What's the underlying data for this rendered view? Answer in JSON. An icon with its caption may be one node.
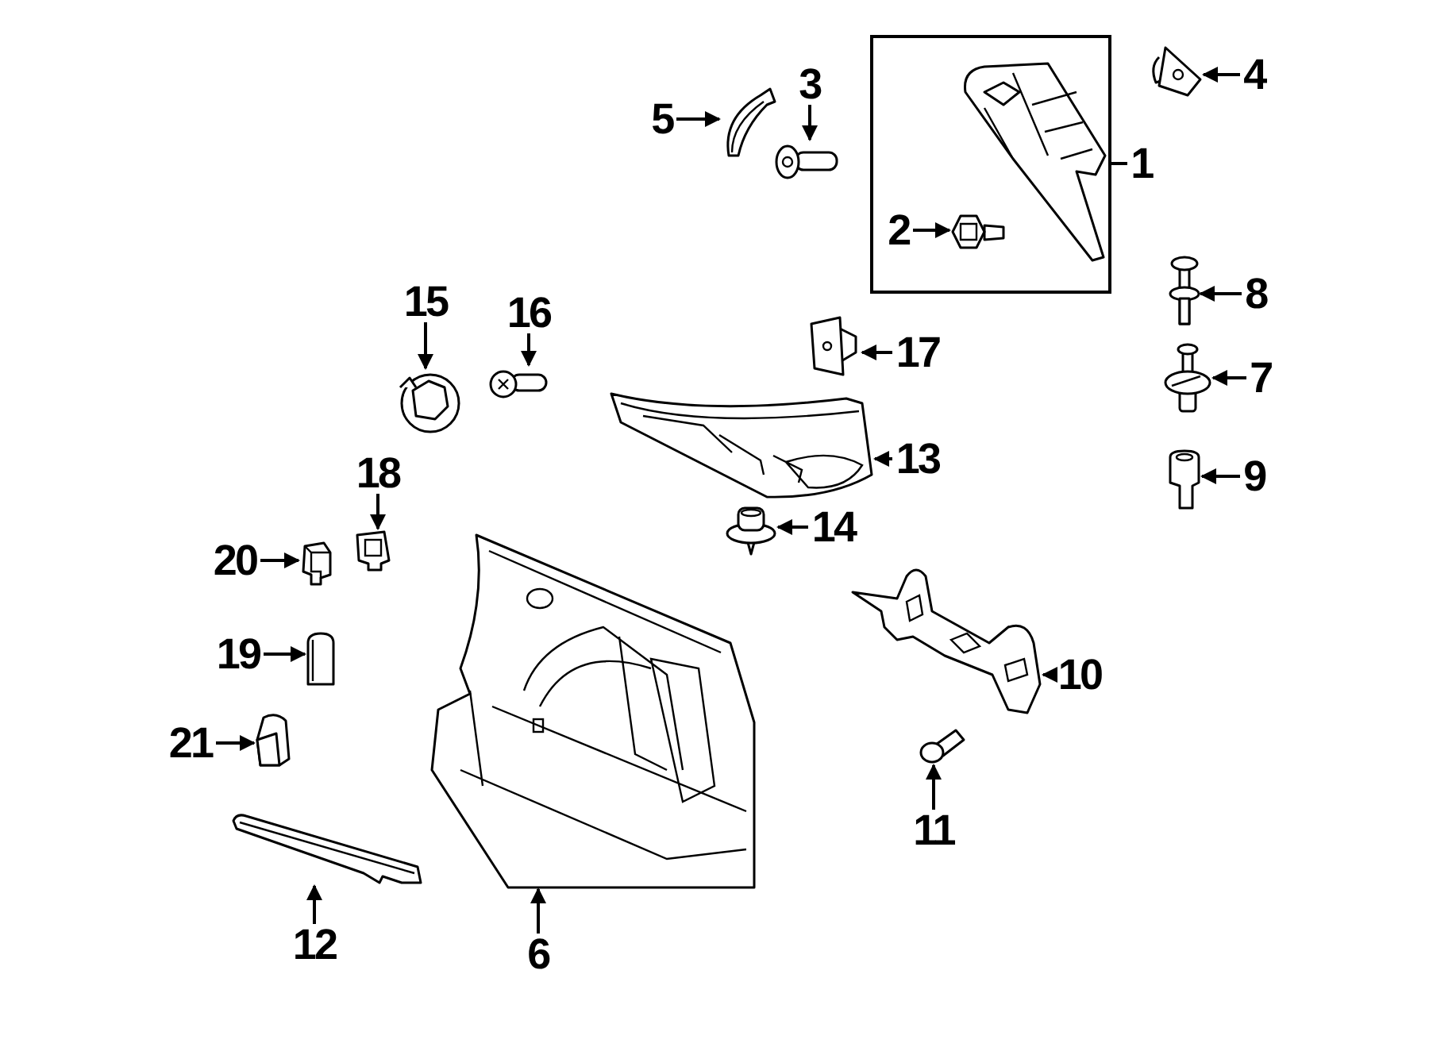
{
  "diagram": {
    "nodes": [
      {
        "text": [],
        "shape": "box"
      },
      {
        "text": [],
        "shape": "picture",
        "in": 0
      },
      {
        "text": [
          "2"
        ],
        "in": 0
      },
      {
        "text": [],
        "shape": "picture",
        "in": 0
      },
      {
        "text": [
          "1"
        ]
      },
      {
        "text": [
          "3"
        ]
      },
      {
        "text": [],
        "shape": "picture"
      },
      {
        "text": [
          "4"
        ]
      },
      {
        "text": [],
        "shape": "picture"
      },
      {
        "text": [
          "5"
        ]
      },
      {
        "text": [],
        "shape": "picture"
      },
      {
        "text": [
          "8"
        ]
      },
      {
        "text": [],
        "shape": "picture"
      },
      {
        "text": [
          "7"
        ]
      },
      {
        "text": [],
        "shape": "picture"
      },
      {
        "text": [
          "9"
        ]
      },
      {
        "text": [],
        "shape": "picture"
      },
      {
        "text": [
          "15"
        ]
      },
      {
        "text": [],
        "shape": "picture"
      },
      {
        "text": [
          "16"
        ]
      },
      {
        "text": [],
        "shape": "picture"
      },
      {
        "text": [
          "17"
        ]
      },
      {
        "text": [],
        "shape": "picture"
      },
      {
        "text": [
          "13"
        ]
      },
      {
        "text": [],
        "shape": "picture"
      },
      {
        "text": [
          "14"
        ]
      },
      {
        "text": [],
        "shape": "picture"
      },
      {
        "text": [
          "18"
        ]
      },
      {
        "text": [],
        "shape": "picture"
      },
      {
        "text": [
          "20"
        ]
      },
      {
        "text": [],
        "shape": "picture"
      },
      {
        "text": [
          "19"
        ]
      },
      {
        "text": [],
        "shape": "picture"
      },
      {
        "text": [
          "21"
        ]
      },
      {
        "text": [],
        "shape": "picture"
      },
      {
        "text": [
          "10"
        ]
      },
      {
        "text": [],
        "shape": "picture"
      },
      {
        "text": [
          "11"
        ]
      },
      {
        "text": [],
        "shape": "picture"
      },
      {
        "text": [
          "12"
        ]
      },
      {
        "text": [],
        "shape": "picture"
      },
      {
        "text": [
          "6"
        ]
      },
      {
        "text": [],
        "shape": "picture"
      }
    ],
    "edges": [
      {
        "from": 2,
        "to": 3,
        "arrow": "to"
      },
      {
        "from": 4,
        "to": 0,
        "arrow": "none"
      },
      {
        "from": 5,
        "to": 6,
        "arrow": "to"
      },
      {
        "from": 7,
        "to": 8,
        "arrow": "to"
      },
      {
        "from": 9,
        "to": 10,
        "arrow": "to"
      },
      {
        "from": 11,
        "to": 12,
        "arrow": "to"
      },
      {
        "from": 13,
        "to": 14,
        "arrow": "to"
      },
      {
        "from": 15,
        "to": 16,
        "arrow": "to"
      },
      {
        "from": 17,
        "to": 18,
        "arrow": "to"
      },
      {
        "from": 19,
        "to": 20,
        "arrow": "to"
      },
      {
        "from": 21,
        "to": 22,
        "arrow": "to"
      },
      {
        "from": 23,
        "to": 24,
        "arrow": "to"
      },
      {
        "from": 25,
        "to": 26,
        "arrow": "to"
      },
      {
        "from": 27,
        "to": 28,
        "arrow": "to"
      },
      {
        "from": 29,
        "to": 30,
        "arrow": "to"
      },
      {
        "from": 31,
        "to": 32,
        "arrow": "to"
      },
      {
        "from": 33,
        "to": 34,
        "arrow": "to"
      },
      {
        "from": 35,
        "to": 36,
        "arrow": "to"
      },
      {
        "from": 37,
        "to": 38,
        "arrow": "to"
      },
      {
        "from": 39,
        "to": 40,
        "arrow": "to"
      },
      {
        "from": 41,
        "to": 42,
        "arrow": "to"
      }
    ]
  }
}
